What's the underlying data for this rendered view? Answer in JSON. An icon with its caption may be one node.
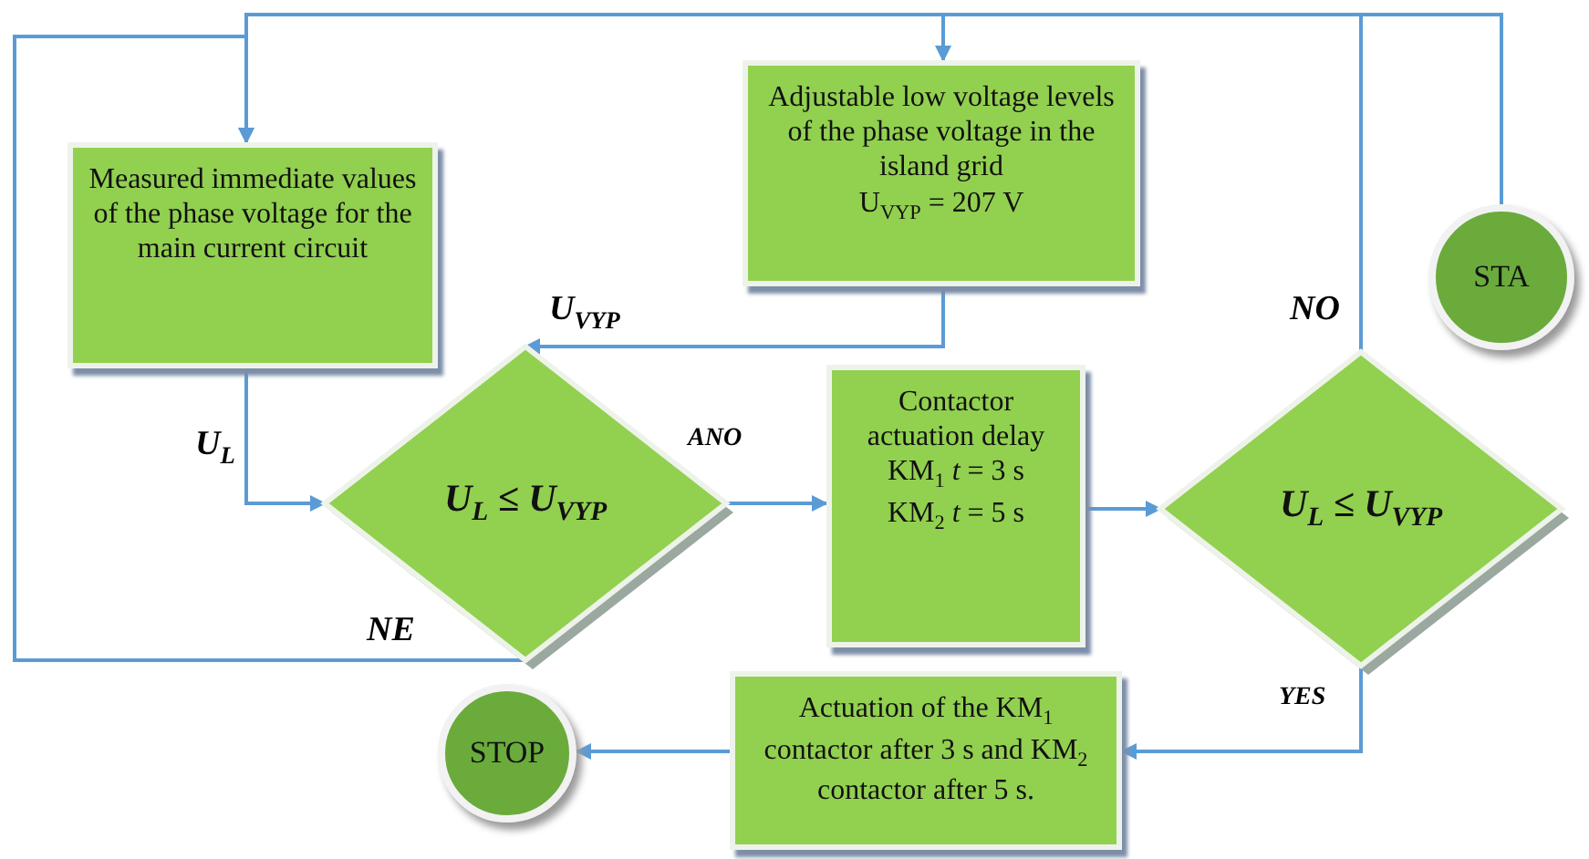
{
  "diagram": {
    "nodes": [
      {
        "text": [
          "STA"
        ]
      },
      {
        "text": [
          "Measured immediate values of the phase voltage for the main current circuit"
        ]
      },
      {
        "text": [
          "Adjustable low voltage levels of the phase voltage in the island grid",
          "U$_{VYP}$ = 207 V"
        ]
      },
      {
        "text": [
          "U$_{L}$ ≤ U$_{VYP}$"
        ]
      },
      {
        "text": [
          "Contactor actuation delay",
          "KM$_{1}$ *t* = 3 s",
          "KM$_{2}$ *t* = 5 s"
        ]
      },
      {
        "text": [
          "U$_{L}$ ≤ U$_{VYP}$"
        ]
      },
      {
        "text": [
          "Actuation of the KM$_{1}$ contactor after 3 s and KM$_{2}$ contactor after 5 s."
        ]
      },
      {
        "text": [
          "STOP"
        ]
      }
    ],
    "edges": [
      {
        "from": 0,
        "to": 1,
        "arrow": "to"
      },
      {
        "from": 0,
        "to": 2,
        "arrow": "to"
      },
      {
        "from": 5,
        "to": 1,
        "label": "NO",
        "arrow": "to"
      },
      {
        "from": 5,
        "to": 2,
        "arrow": "to"
      },
      {
        "from": 3,
        "to": 1,
        "label": "NE",
        "arrow": "to"
      },
      {
        "from": 1,
        "to": 3,
        "label": "U$_{L}$",
        "arrow": "to"
      },
      {
        "from": 2,
        "to": 3,
        "label": "U$_{VYP}$",
        "arrow": "to"
      },
      {
        "from": 3,
        "to": 4,
        "label": "ANO",
        "arrow": "to"
      },
      {
        "from": 4,
        "to": 5,
        "arrow": "to"
      },
      {
        "from": 5,
        "to": 6,
        "label": "YES",
        "arrow": "to"
      },
      {
        "from": 6,
        "to": 7,
        "arrow": "to"
      }
    ]
  }
}
